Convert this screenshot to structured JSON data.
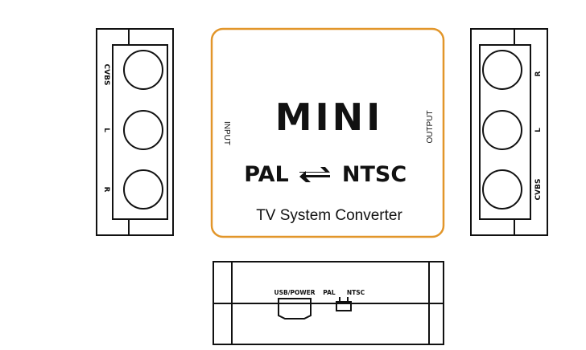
{
  "front_panel": {
    "title": "MINI",
    "pal": "PAL",
    "ntsc": "NTSC",
    "subtitle": "TV System Converter",
    "input_label": "INPUT",
    "output_label": "OUTPUT",
    "accent_color": "#e2962a"
  },
  "input_jacks": {
    "labels": [
      "CVBS",
      "L",
      "R"
    ]
  },
  "output_jacks": {
    "labels": [
      "R",
      "L",
      "CVBS"
    ]
  },
  "bottom_panel": {
    "usb_label": "USB/POWER",
    "switch_pal": "PAL",
    "switch_ntsc": "NTSC"
  }
}
